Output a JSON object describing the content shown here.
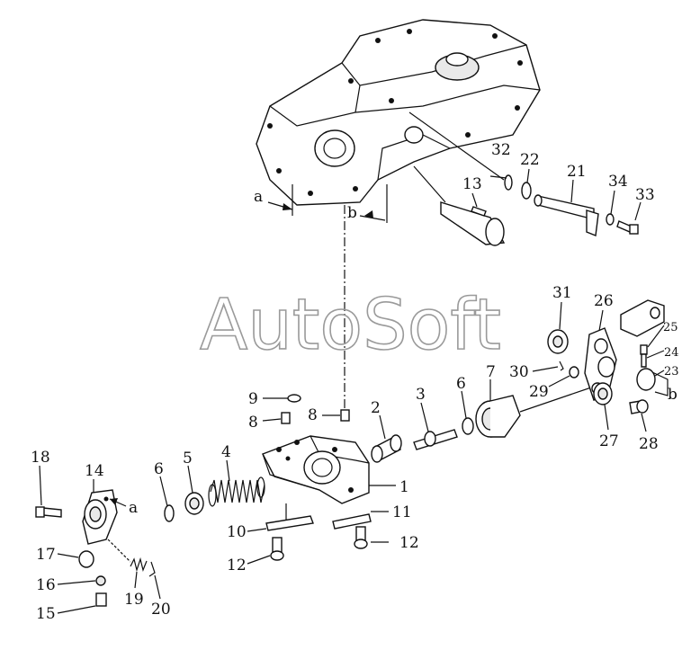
{
  "watermark": "AutoSoft",
  "view_markers": {
    "a_top": "a",
    "b_top": "b",
    "a_left": "a",
    "b_right": "b"
  },
  "callouts": {
    "n1": "1",
    "n2": "2",
    "n3": "3",
    "n4": "4",
    "n5": "5",
    "n6a": "6",
    "n6b": "6",
    "n7": "7",
    "n8a": "8",
    "n8b": "8",
    "n9": "9",
    "n10": "10",
    "n11": "11",
    "n12a": "12",
    "n12b": "12",
    "n13": "13",
    "n14": "14",
    "n15": "15",
    "n16": "16",
    "n17": "17",
    "n18": "18",
    "n19": "19",
    "n20": "20",
    "n21": "21",
    "n22": "22",
    "n23": "23",
    "n24": "24",
    "n25": "25",
    "n26": "26",
    "n27": "27",
    "n28": "28",
    "n29": "29",
    "n30": "30",
    "n31": "31",
    "n32": "32",
    "n33": "33",
    "n34": "34"
  }
}
